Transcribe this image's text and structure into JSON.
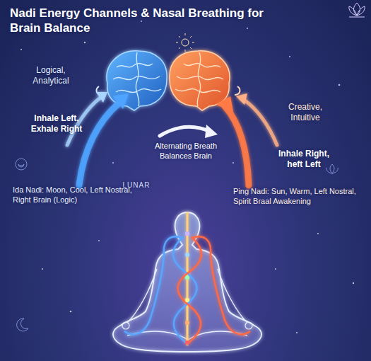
{
  "diagram": {
    "title": "Nadi Energy Channels & Nasal Breathing for Brain Balance",
    "labels": [
      "Logical, Analytical",
      "Inhale Left, Exhale Right",
      "Creative, Intuitive",
      "Alternating Breath Balances Brain",
      "Inhale Right, heft Left",
      "LUNAR",
      "Ida Nadi: Moon, Cool, Left Nostral, Right Brain (Logic)",
      "Ping Nadi: Sun, Warm, Left Nostral, Spirit Braal Awakening"
    ]
  }
}
